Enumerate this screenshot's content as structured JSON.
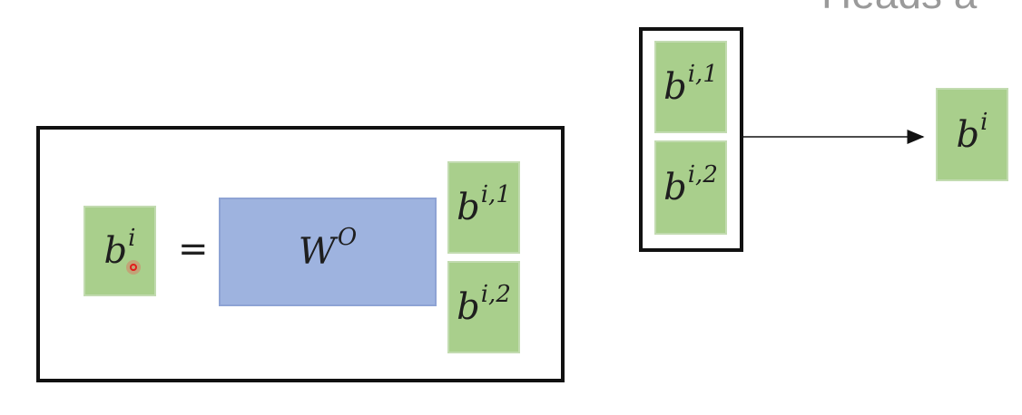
{
  "header": {
    "partial_title": "Heads a"
  },
  "equation": {
    "lhs": {
      "base": "b",
      "sup": "i"
    },
    "equals": "=",
    "matrix": {
      "base": "W",
      "sup": "O"
    },
    "vector": [
      {
        "base": "b",
        "sup": "i,1"
      },
      {
        "base": "b",
        "sup": "i,2"
      }
    ]
  },
  "concat": {
    "stack": [
      {
        "base": "b",
        "sup": "i,1"
      },
      {
        "base": "b",
        "sup": "i,2"
      }
    ],
    "output": {
      "base": "b",
      "sup": "i"
    }
  },
  "colors": {
    "green_cell": "#a9cf8c",
    "blue_matrix": "#9eb3df",
    "frame": "#111111",
    "cursor": "#e21c1c"
  }
}
